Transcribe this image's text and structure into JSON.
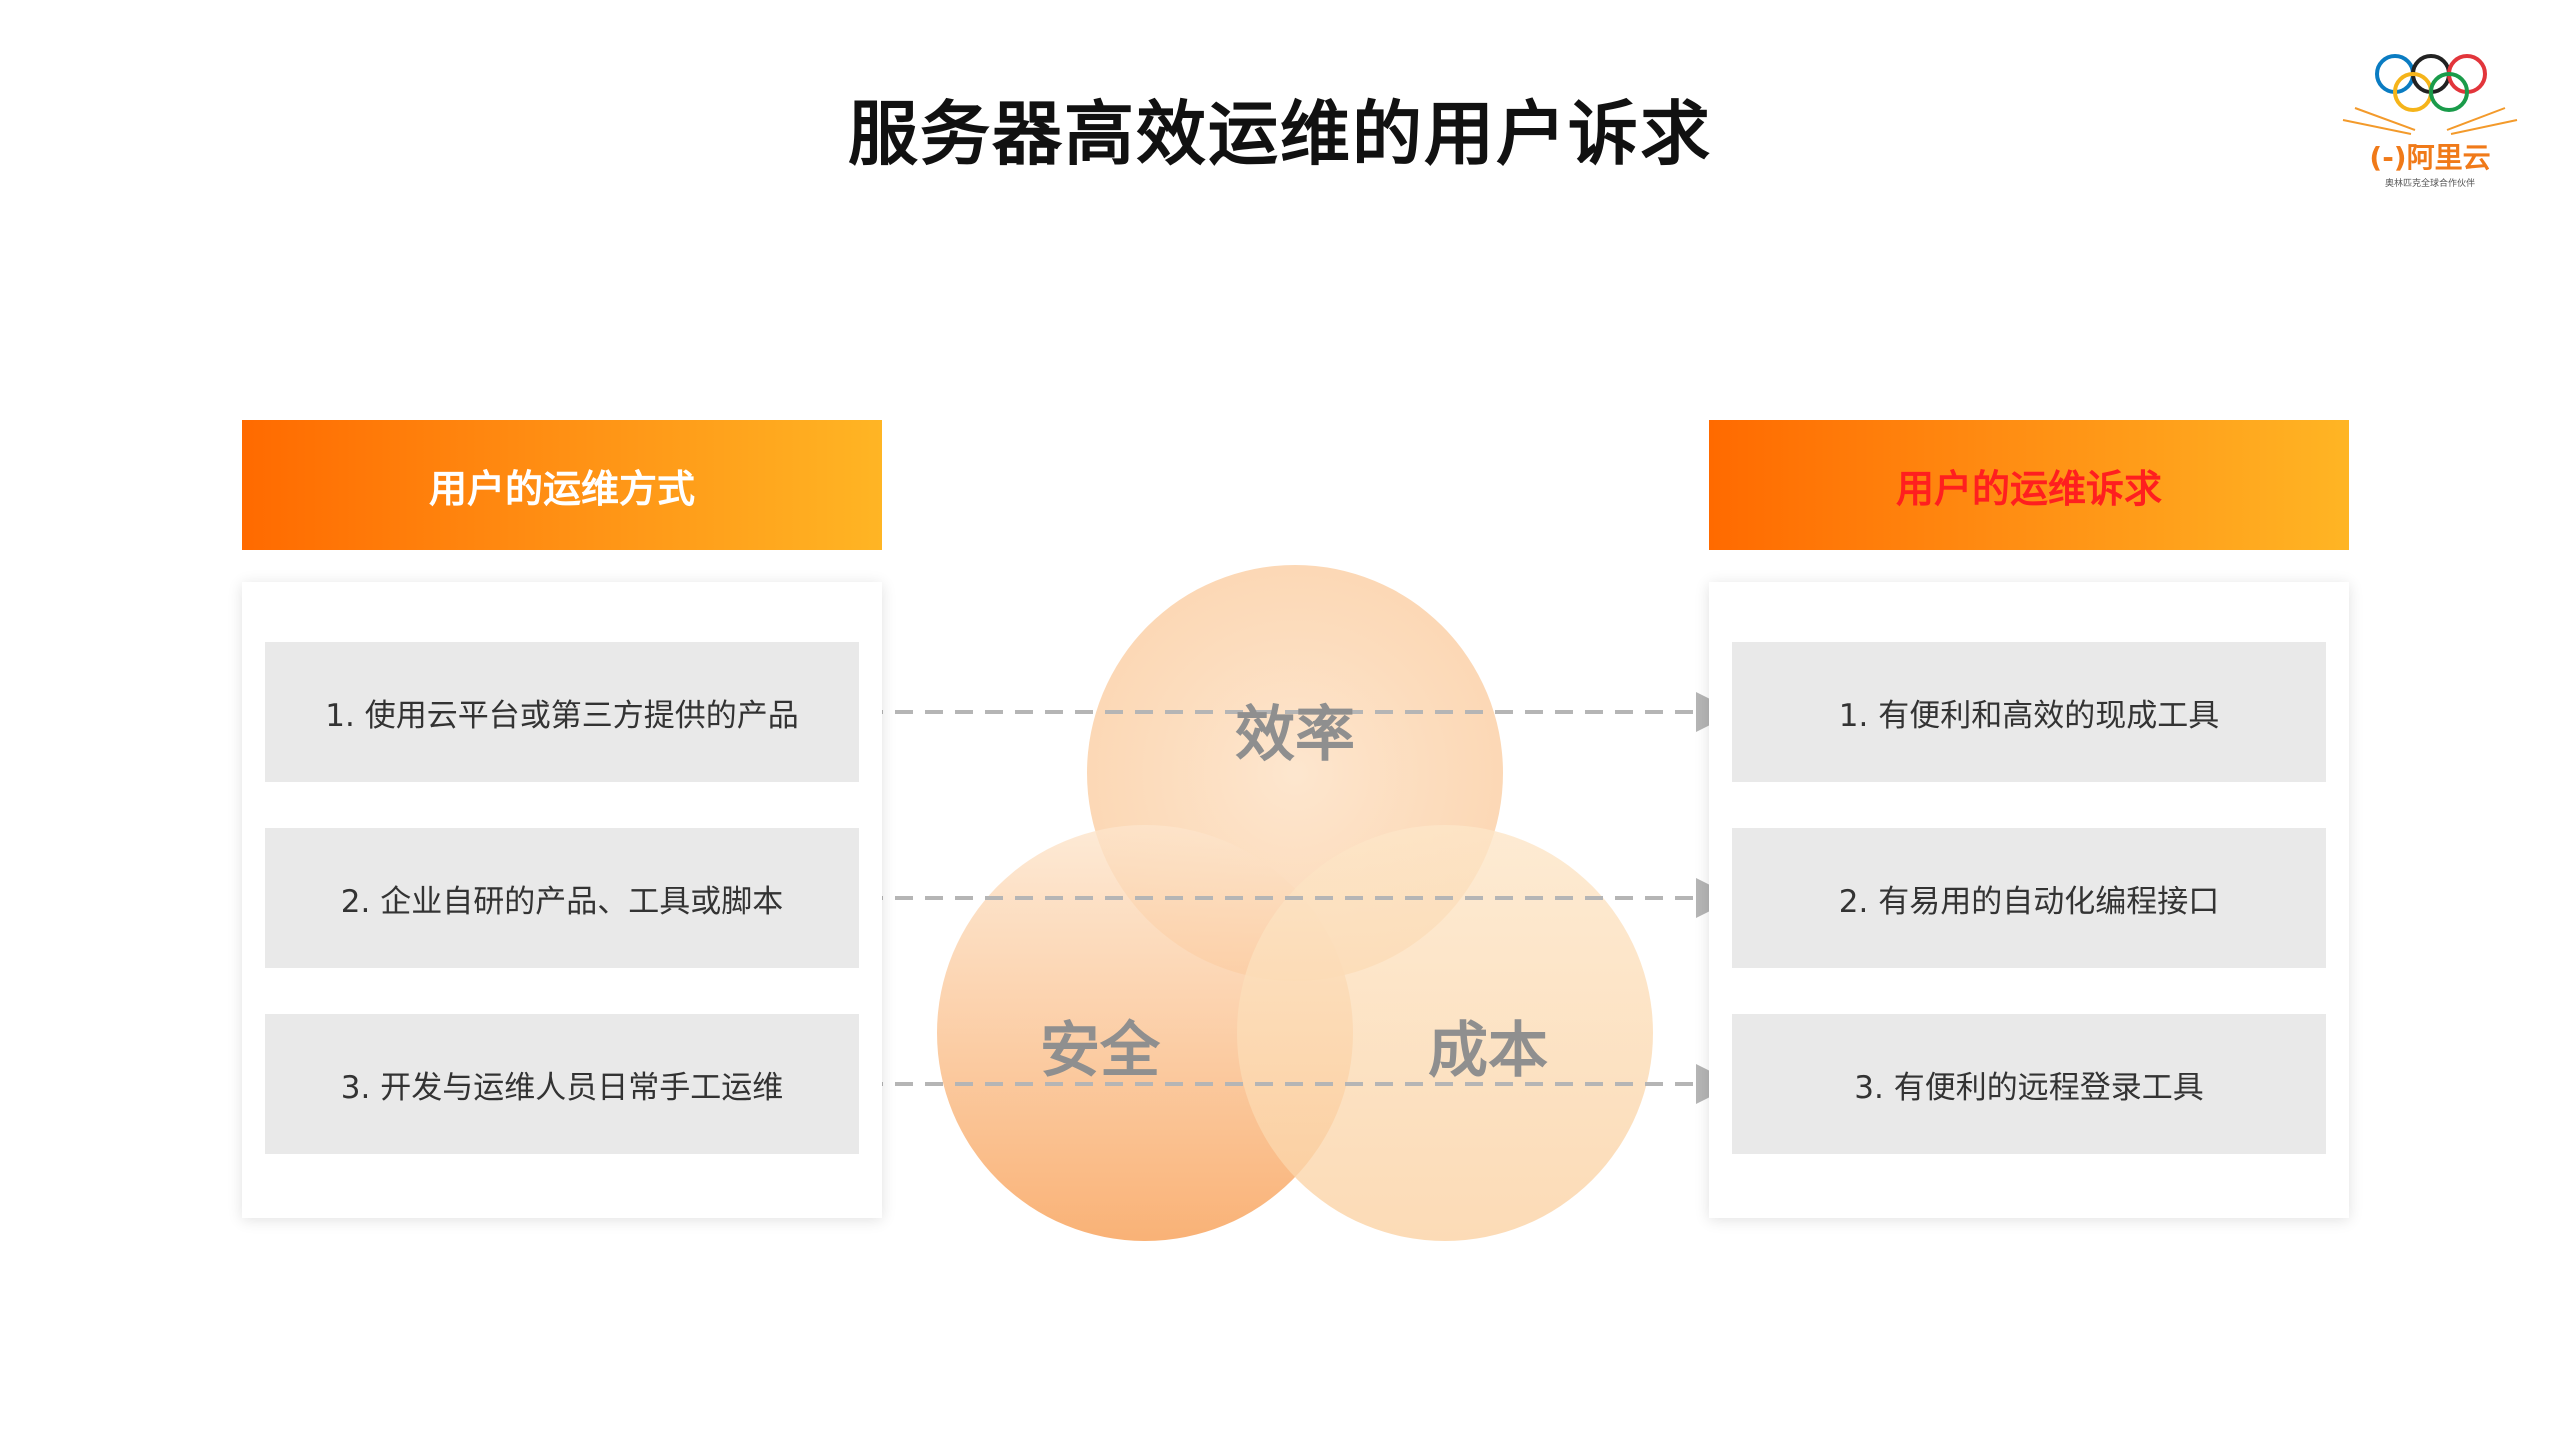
{
  "title": "服务器高效运维的用户诉求",
  "logo": {
    "brand": "(-)阿里云",
    "tagline": "奥林匹克全球合作伙伴"
  },
  "left_panel": {
    "header": "用户的运维方式",
    "items": [
      "1. 使用云平台或第三方提供的产品",
      "2. 企业自研的产品、工具或脚本",
      "3. 开发与运维人员日常手工运维"
    ]
  },
  "right_panel": {
    "header": "用户的运维诉求",
    "items": [
      "1. 有便利和高效的现成工具",
      "2. 有易用的自动化编程接口",
      "3. 有便利的远程登录工具"
    ]
  },
  "venn": {
    "top": "效率",
    "left": "安全",
    "right": "成本"
  },
  "colors": {
    "header_gradient_start": "#ff6a00",
    "header_gradient_end": "#ffb524",
    "right_header_text": "#ff1f1f",
    "item_background": "#e9e9e9",
    "circle_top": "#fbd3ad",
    "circle_left": "#f9a866",
    "circle_right": "#fcd9b0",
    "arrow": "#b5b5b5"
  }
}
